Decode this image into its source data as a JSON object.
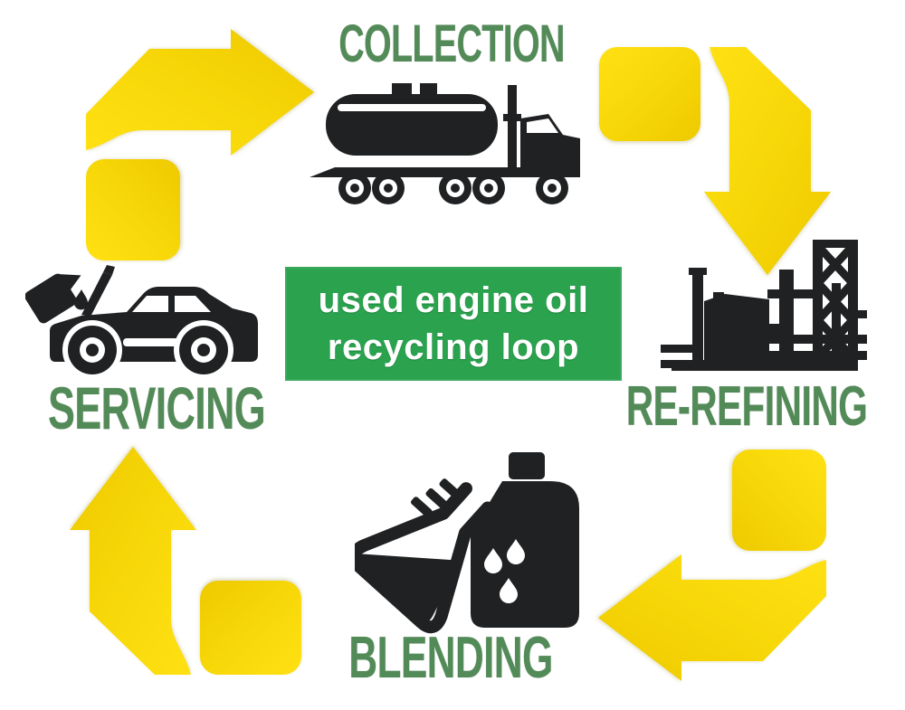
{
  "diagram": {
    "type": "cycle",
    "center_box": {
      "line1": "used engine oil",
      "line2": "recycling loop"
    },
    "stages": [
      {
        "id": "collection",
        "label": "COLLECTION",
        "icon": "tanker-truck-icon",
        "position": "top"
      },
      {
        "id": "re-refining",
        "label": "RE-REFINING",
        "icon": "refinery-icon",
        "position": "right"
      },
      {
        "id": "blending",
        "label": "BLENDING",
        "icon": "flask-oil-bottle-icon",
        "position": "bottom"
      },
      {
        "id": "servicing",
        "label": "SERVICING",
        "icon": "car-open-hood-oil-icon",
        "position": "left"
      }
    ],
    "arrows": [
      {
        "id": "arrow-servicing-to-collection",
        "from": "servicing",
        "to": "collection",
        "direction": "up-right"
      },
      {
        "id": "arrow-collection-to-rerefining",
        "from": "collection",
        "to": "re-refining",
        "direction": "down"
      },
      {
        "id": "arrow-rerefining-to-blending",
        "from": "re-refining",
        "to": "blending",
        "direction": "left"
      },
      {
        "id": "arrow-blending-to-servicing",
        "from": "blending",
        "to": "servicing",
        "direction": "up"
      }
    ],
    "colors": {
      "arrow_yellow": "#f6d607",
      "arrow_yellow_light": "#ffe113",
      "arrow_yellow_dark": "#eec900",
      "label_green": "#538b58",
      "box_green": "#2aa24e",
      "icon_black": "#1f2123",
      "background": "#ffffff",
      "text_white": "#ffffff"
    }
  }
}
